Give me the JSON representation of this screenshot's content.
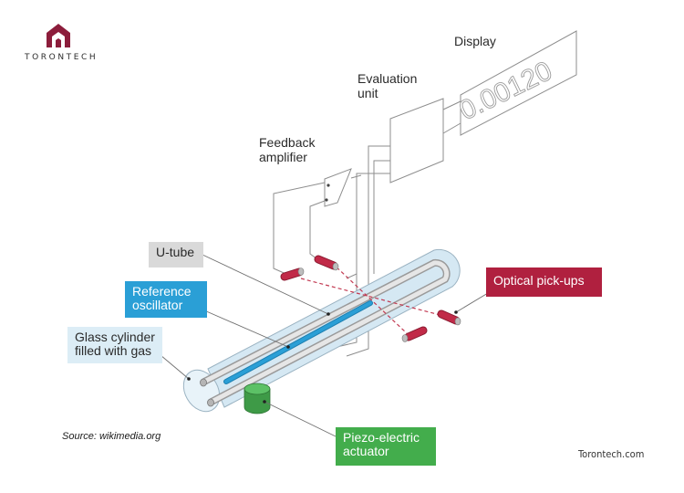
{
  "brand": {
    "name": "TORONTECH",
    "watermark": "Torontech.com",
    "logo_color": "#8c1d3b"
  },
  "source": "Source: wikimedia.org",
  "display": {
    "label": "Display",
    "reading": "0.00120"
  },
  "evaluation_unit": {
    "label_line1": "Evaluation",
    "label_line2": "unit"
  },
  "feedback_amplifier": {
    "label_line1": "Feedback",
    "label_line2": "amplifier"
  },
  "callouts": {
    "u_tube": "U-tube",
    "reference_oscillator_line1": "Reference",
    "reference_oscillator_line2": "oscillator",
    "glass_cylinder_line1": "Glass cylinder",
    "glass_cylinder_line2": "filled with gas",
    "optical_pickups": "Optical pick-ups",
    "piezo_line1": "Piezo-electric",
    "piezo_line2": "actuator"
  },
  "colors": {
    "u_tube_box": "#d9d9d9",
    "reference_box": "#2a9fd6",
    "glass_box": "#dcedf6",
    "optical_box": "#b0203f",
    "piezo_box": "#43ad4c",
    "cylinder_fill": "#d5e8f3",
    "oscillator": "#2a9fd6",
    "pickup": "#b0203f",
    "actuator": "#43ad4c"
  }
}
